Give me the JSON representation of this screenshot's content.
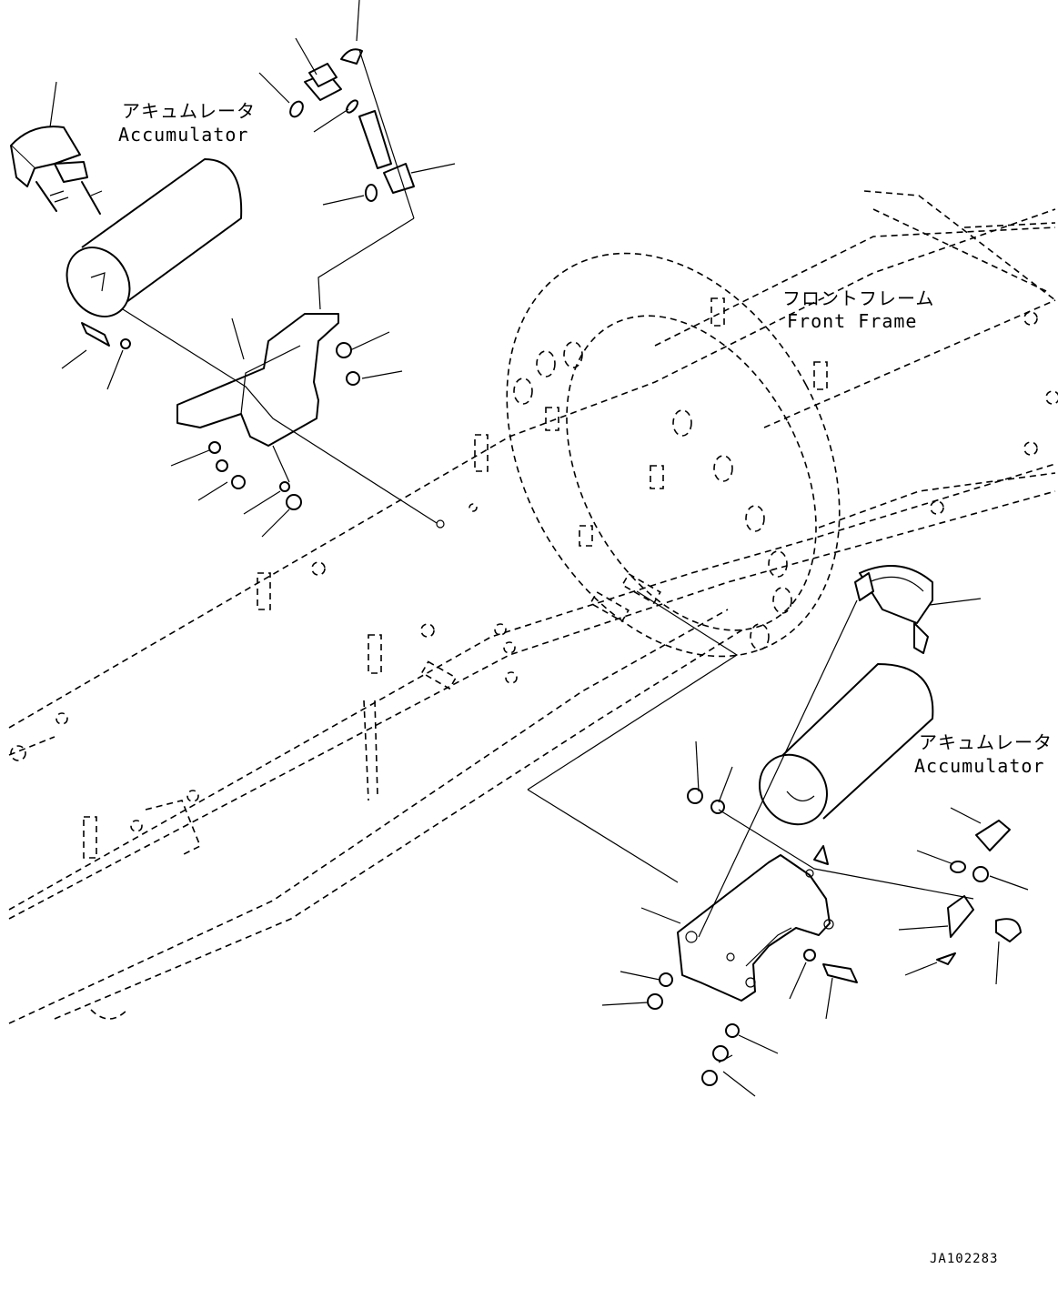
{
  "labels": {
    "accumulator_top_jp": "アキュムレータ",
    "accumulator_top_en": "Accumulator",
    "front_frame_jp": "フロントフレーム",
    "front_frame_en": "Front Frame",
    "accumulator_bottom_jp": "アキュムレータ",
    "accumulator_bottom_en": "Accumulator",
    "drawing_code": "JA102283"
  },
  "colors": {
    "ink": "#000000",
    "background": "#ffffff"
  }
}
